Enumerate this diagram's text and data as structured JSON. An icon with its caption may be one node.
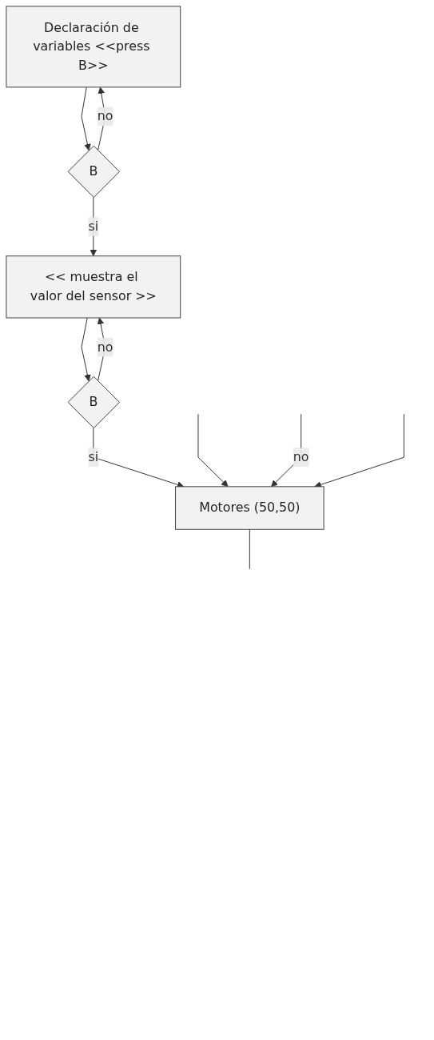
{
  "diagram": {
    "nodes": [
      {
        "text": [
          "Declaración de variables <<press B>>"
        ]
      },
      {
        "text": [
          "B"
        ]
      },
      {
        "text": [
          "<< muestra el valor del sensor >>"
        ]
      },
      {
        "text": [
          "B"
        ]
      },
      {
        "text": [
          "Motores (50,50)"
        ]
      }
    ],
    "edges": [
      {
        "from": 0,
        "to": 1,
        "arrow": "to"
      },
      {
        "from": 1,
        "to": 0,
        "label": "no",
        "arrow": "to"
      },
      {
        "from": 1,
        "to": 2,
        "label": "si",
        "arrow": "to"
      },
      {
        "from": 2,
        "to": 3,
        "arrow": "to"
      },
      {
        "from": 3,
        "to": 2,
        "label": "no",
        "arrow": "to"
      },
      {
        "from": 3,
        "to": 4,
        "label": "si",
        "arrow": "to"
      },
      {
        "from": null,
        "to": 4,
        "arrow": "to"
      },
      {
        "from": null,
        "to": 4,
        "label": "no",
        "arrow": "to"
      },
      {
        "from": null,
        "to": 4,
        "arrow": "to"
      },
      {
        "from": 4,
        "to": null,
        "arrow": "none"
      }
    ]
  }
}
